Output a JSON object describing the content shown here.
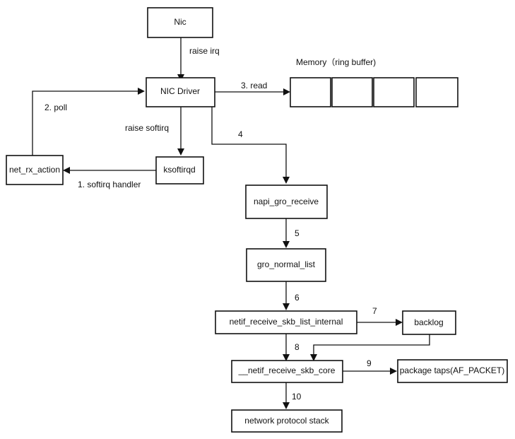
{
  "nodes": {
    "nic": "Nic",
    "nic_driver": "NIC Driver",
    "ksoftirqd": "ksoftirqd",
    "net_rx_action": "net_rx_action",
    "napi_gro_receive": "napi_gro_receive",
    "gro_normal_list": "gro_normal_list",
    "netif_receive_skb_list_internal": "netif_receive_skb_list_internal",
    "backlog": "backlog",
    "netif_receive_skb_core": "__netif_receive_skb_core",
    "package_taps": "package taps(AF_PACKET)",
    "network_protocol_stack": "network protocol stack"
  },
  "memory": {
    "label": "Memory（ring buffer)",
    "cells": 4
  },
  "edges": {
    "raise_irq": "raise irq",
    "read": "3. read",
    "raise_softirq": "raise softirq",
    "poll": "2. poll",
    "softirq_handler": "1. softirq handler",
    "e4": "4",
    "e5": "5",
    "e6": "6",
    "e7": "7",
    "e8": "8",
    "e9": "9",
    "e10": "10"
  },
  "colors": {
    "stroke": "#111111",
    "background": "#ffffff"
  }
}
